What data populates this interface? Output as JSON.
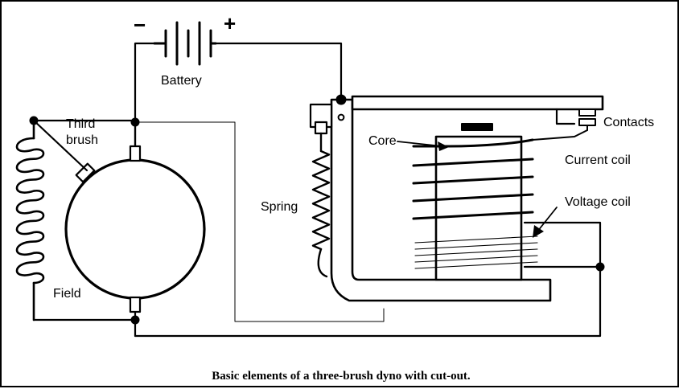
{
  "labels": {
    "minus": "−",
    "plus": "+",
    "battery": "Battery",
    "third_brush": [
      "Third",
      "brush"
    ],
    "field": "Field",
    "spring": "Spring",
    "core": "Core",
    "contacts": "Contacts",
    "current_coil": "Current coil",
    "voltage_coil": "Voltage coil"
  },
  "caption": "Basic elements of a three-brush dyno with cut-out."
}
